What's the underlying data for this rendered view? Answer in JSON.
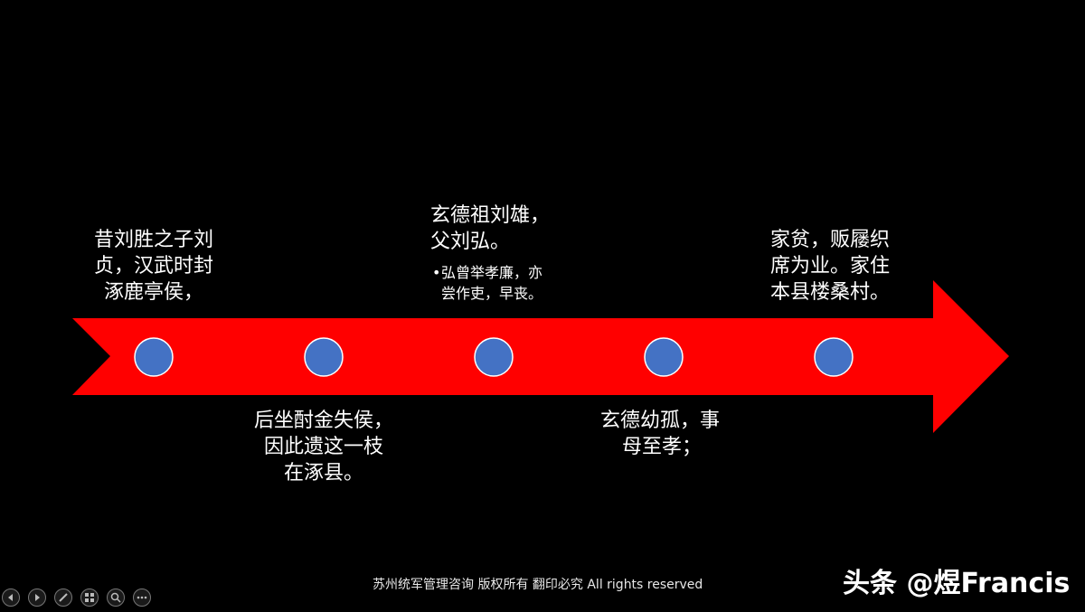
{
  "colors": {
    "background": "#000000",
    "arrow": "#ff0000",
    "node_fill": "#4472c4",
    "node_stroke": "#ffffff",
    "text": "#ffffff"
  },
  "timeline": {
    "nodes": [
      {
        "id": "node-1",
        "position": "above",
        "lines": [
          "昔刘胜之子刘",
          "贞，汉武时封",
          "涿鹿亭侯，"
        ]
      },
      {
        "id": "node-2",
        "position": "below",
        "lines": [
          "后坐酎金失侯，",
          "因此遗这一枝",
          "在涿县。"
        ]
      },
      {
        "id": "node-3",
        "position": "above",
        "lines": [
          "玄德祖刘雄，",
          "父刘弘。"
        ],
        "sub_bullets": [
          "弘曾举孝廉，亦",
          "尝作吏，早丧。"
        ]
      },
      {
        "id": "node-4",
        "position": "below",
        "lines": [
          "玄德幼孤，事",
          "母至孝；"
        ]
      },
      {
        "id": "node-5",
        "position": "above",
        "lines": [
          "家贫，贩屦织",
          "席为业。家住",
          "本县楼桑村。"
        ]
      }
    ]
  },
  "footer": {
    "copyright": "苏州统军管理咨询  版权所有 翻印必究 All rights reserved"
  },
  "watermark": {
    "text": "头条 @煜Francis"
  },
  "controls": [
    {
      "name": "previous-slide-button",
      "icon": "arrow-left-icon"
    },
    {
      "name": "next-slide-button",
      "icon": "arrow-right-icon"
    },
    {
      "name": "pen-tool-button",
      "icon": "pen-icon"
    },
    {
      "name": "see-all-slides-button",
      "icon": "grid-icon"
    },
    {
      "name": "zoom-button",
      "icon": "magnifier-icon"
    },
    {
      "name": "more-options-button",
      "icon": "ellipsis-icon"
    }
  ]
}
